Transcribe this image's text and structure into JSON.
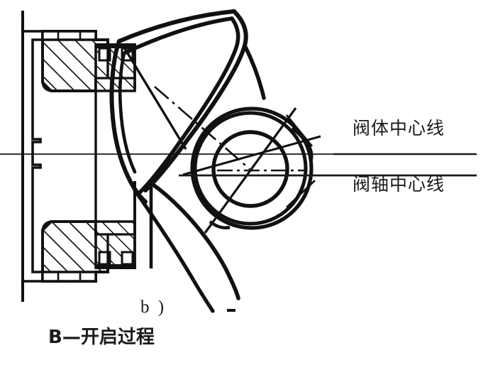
{
  "figure": {
    "kind": "engineering-cross-section-drawing",
    "subject": "butterfly valve cross section, opening process",
    "background_color": "#ffffff",
    "line_color": "#111111",
    "centerline_color": "#1a1a1a"
  },
  "annotations": {
    "body_centerline_label": "阀体中心线",
    "shaft_centerline_label": "阀轴中心线"
  },
  "caption": {
    "subfigure": "b )",
    "title": "B—开启过程"
  }
}
